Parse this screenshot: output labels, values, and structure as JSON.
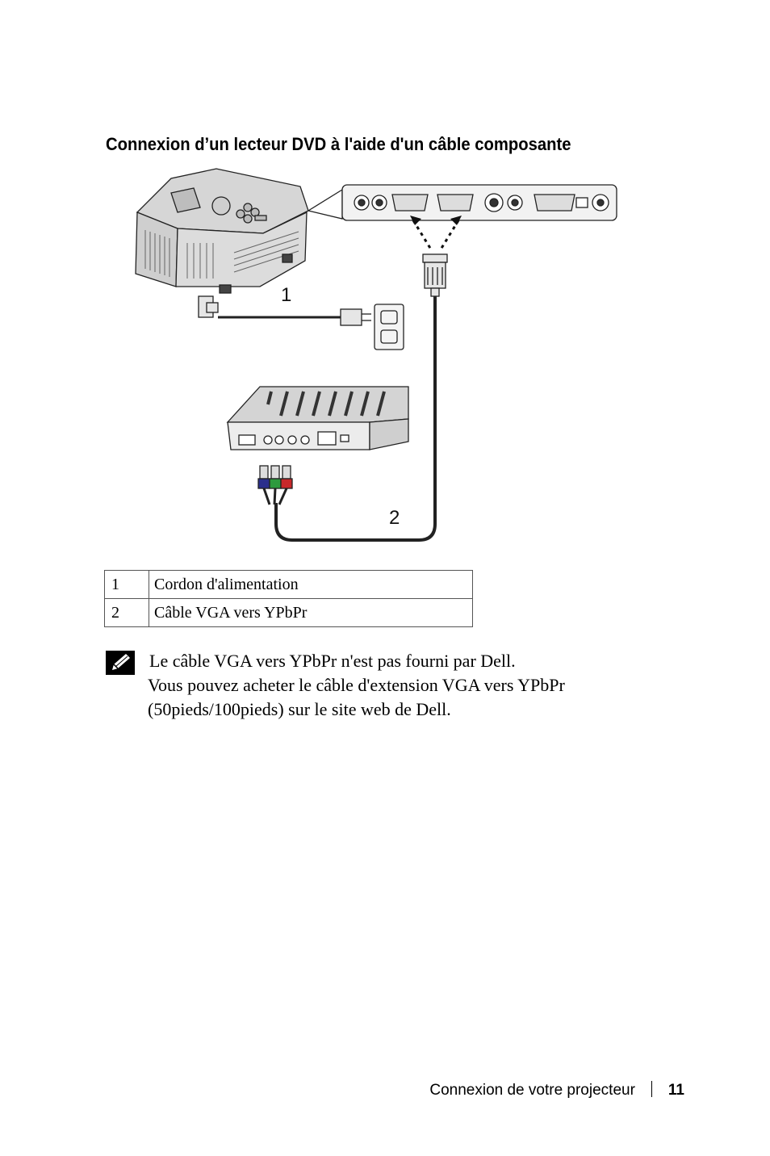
{
  "heading": "Connexion d’un lecteur DVD à l'aide d'un câble composante",
  "figure": {
    "callouts": [
      "1",
      "2"
    ]
  },
  "legend": [
    {
      "num": "1",
      "label": "Cordon d'alimentation"
    },
    {
      "num": "2",
      "label": "Câble VGA vers YPbPr"
    }
  ],
  "note": {
    "icon": "pencil-note-icon",
    "lines": [
      "Le câble VGA vers YPbPr n'est pas fourni par Dell.",
      "Vous pouvez acheter le câble d'extension VGA vers YPbPr",
      "(50pieds/100pieds) sur le site web de Dell."
    ]
  },
  "footer": {
    "section": "Connexion de votre projecteur",
    "page": "11"
  }
}
